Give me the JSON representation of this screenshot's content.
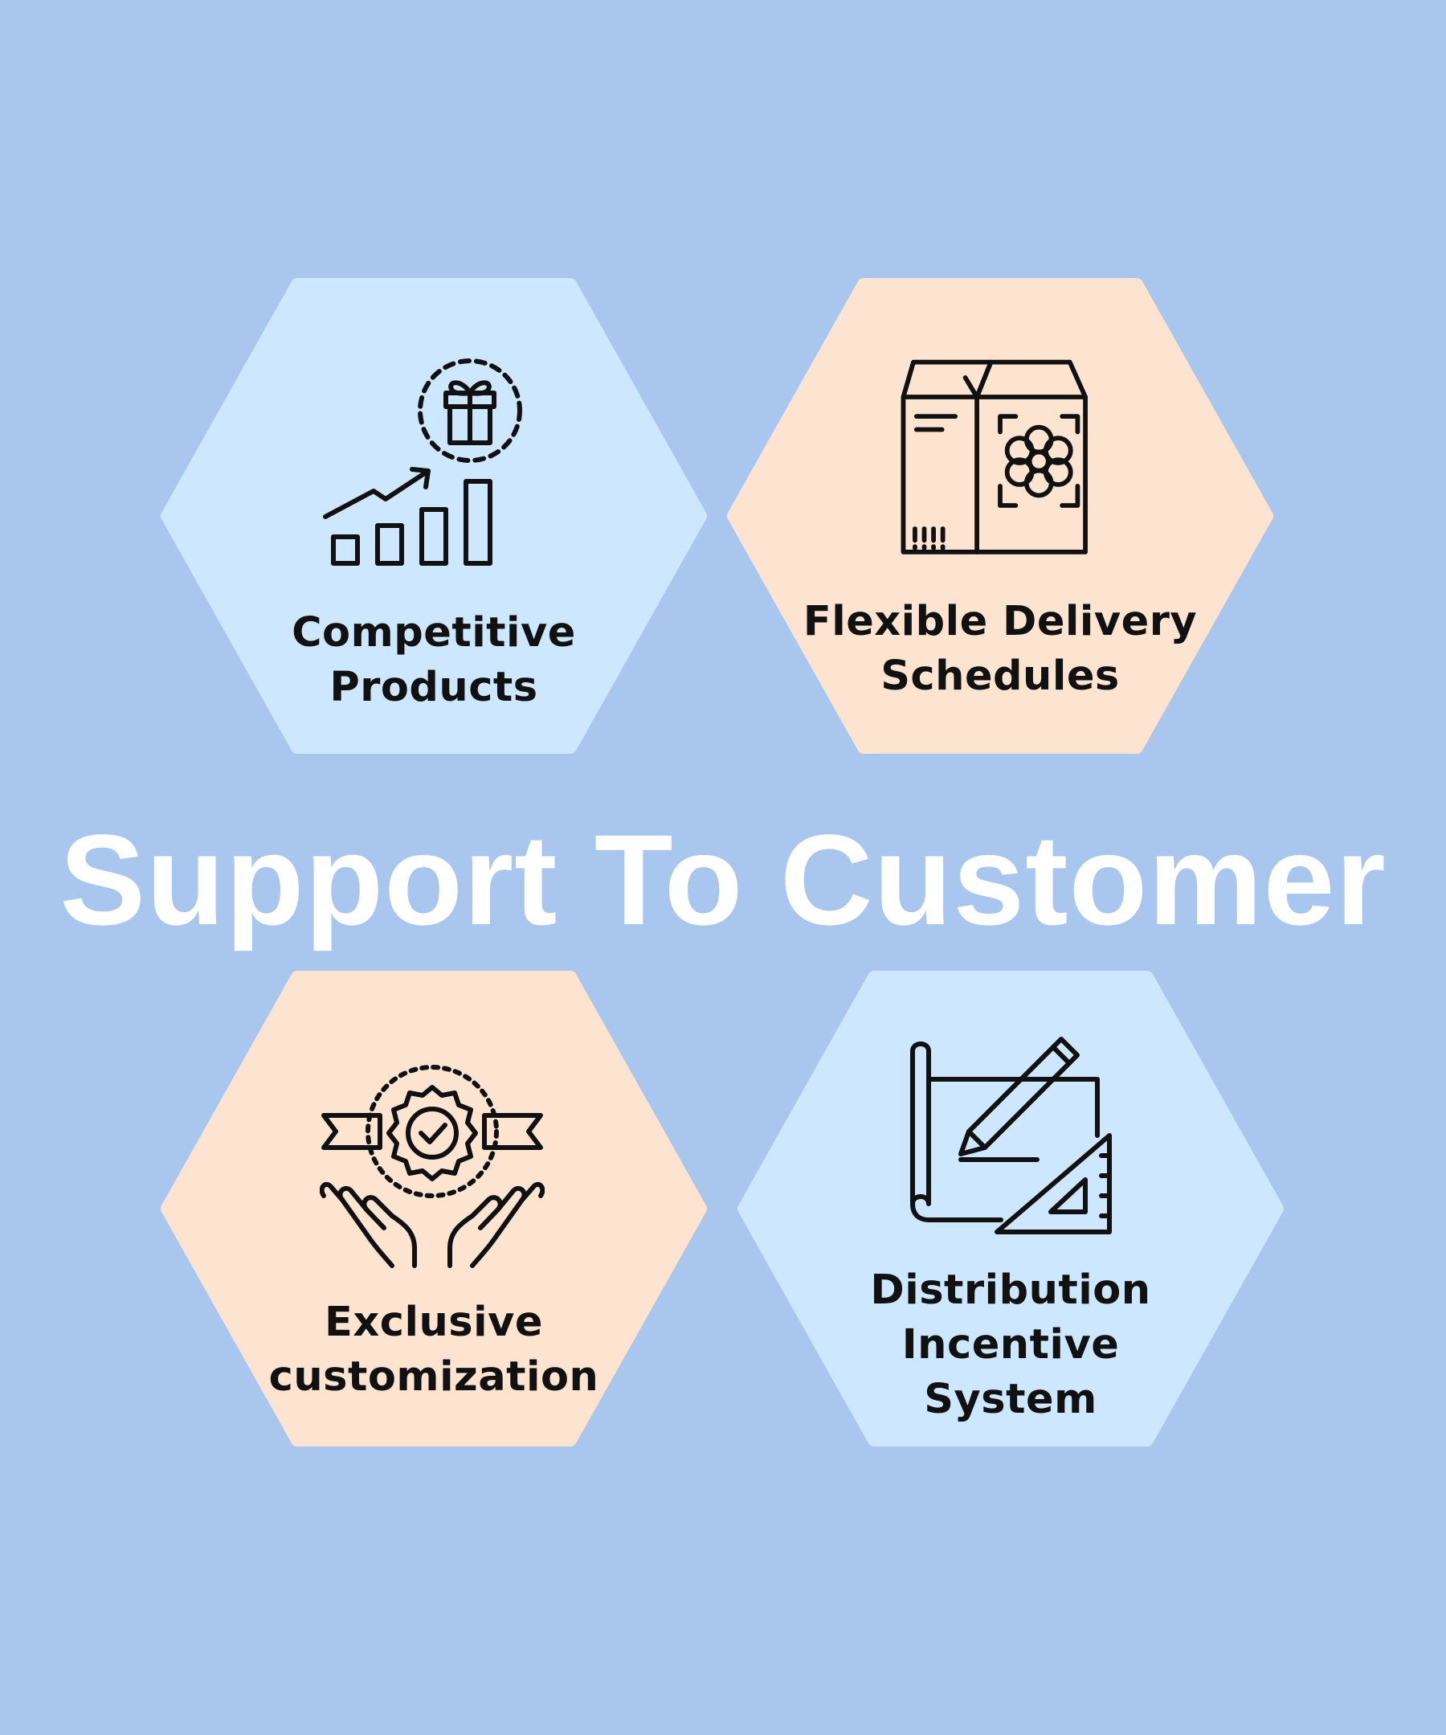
{
  "title": "Support To Customer",
  "colors": {
    "background": "#a9c7ee",
    "hex_blue": "#cce7ff",
    "hex_peach": "#fde4d1",
    "title_text": "#ffffff",
    "label_text": "#111111"
  },
  "cards": [
    {
      "icon": "growth-chart-gift-icon",
      "lines": [
        "Competitive",
        "Products"
      ]
    },
    {
      "icon": "delivery-boxes-icon",
      "lines": [
        "Flexible Delivery",
        "Schedules"
      ]
    },
    {
      "icon": "award-badge-hands-icon",
      "lines": [
        "Exclusive",
        "customization"
      ]
    },
    {
      "icon": "blueprint-pencil-ruler-icon",
      "lines": [
        "Distribution",
        "Incentive",
        "System"
      ]
    }
  ]
}
